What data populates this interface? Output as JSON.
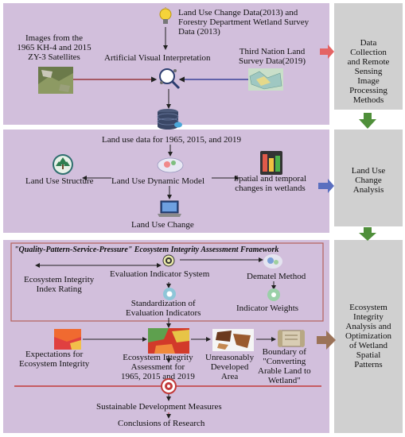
{
  "panels": {
    "p1": {
      "top_source": "Land Use Change Data(2013) and Forestry Department Wetland Survey Data (2013)",
      "top_source_line1": "Land Use Change Data(2013) and",
      "top_source_line2": "Forestry Department Wetland Survey",
      "top_source_line3": "Data (2013)",
      "images_line1": "Images from the",
      "images_line2": "1965 KH-4 and 2015",
      "images_line3": "ZY-3 Satellites",
      "avi": "Artificial Visual Interpretation",
      "third_line1": "Third Nation Land",
      "third_line2": "Survey Data(2019)",
      "land_use_data": "Land use data for 1965, 2015, and 2019"
    },
    "p2": {
      "structure": "Land Use Structure",
      "dynamic": "Land Use Dynamic Model",
      "spatial_line1": "Spatial and temporal",
      "spatial_line2": "changes in wetlands",
      "change": "Land Use Change"
    },
    "p3": {
      "framework_title": "\"Quality-Pattern-Service-Pressure\" Ecosystem Integrity Assessment Framework",
      "ecosystem_index_line1": "Ecosystem Integrity",
      "ecosystem_index_line2": "Index Rating",
      "evaluation_system": "Evaluation Indicator System",
      "dematel": "Dematel Method",
      "standardization_line1": "Standardization of",
      "standardization_line2": "Evaluation Indicators",
      "weights": "Indicator Weights",
      "expectations_line1": "Expectations for",
      "expectations_line2": "Ecosystem Integrity",
      "assessment_line1": "Ecosystem Integrity",
      "assessment_line2": "Assessment for",
      "assessment_line3": "1965, 2015 and 2019",
      "unreasonable_line1": "Unreasonably",
      "unreasonable_line2": "Developed",
      "unreasonable_line3": "Area",
      "boundary_line1": "Boundary of",
      "boundary_line2": "\"Converting",
      "boundary_line3": "Arable Land to",
      "boundary_line4": "Wetland\"",
      "sustainable": "Sustainable Development Measures",
      "conclusions": "Conclusions of Research"
    }
  },
  "side": {
    "s1_lines": [
      "Data",
      "Collection",
      "and Remote",
      "Sensing",
      "Image",
      "Processing",
      "Methods"
    ],
    "s2_lines": [
      "Land Use",
      "Change",
      "Analysis"
    ],
    "s3_lines": [
      "Ecosystem",
      "Integrity",
      "Analysis and",
      "Optimization",
      "of Wetland",
      "Spatial",
      "Patterns"
    ]
  },
  "colors": {
    "panel_bg": "#d2bfdc",
    "side_bg": "#d0d0d0",
    "green_arrow": "#4f8f3a",
    "brown_arrow": "#9b7358",
    "frame_border": "#b5605a",
    "red_line": "#c23a3a"
  },
  "icons": [
    "lightbulb-icon",
    "magnifier-icon",
    "database-icon",
    "tree-icon",
    "globe-icon",
    "bar-chart-icon",
    "laptop-icon",
    "target-icon",
    "gear-icon"
  ]
}
